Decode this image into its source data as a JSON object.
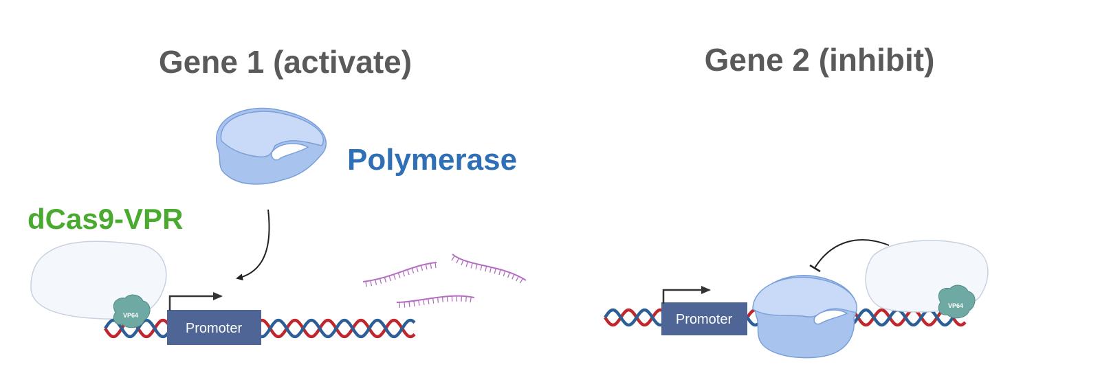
{
  "panels": {
    "gene1": {
      "title": "Gene 1 (activate)",
      "polymerase_label": "Polymerase",
      "dcas9_label": "dCas9-VPR",
      "promoter_label": "Promoter",
      "vp64_label": "VP64"
    },
    "gene2": {
      "title": "Gene 2 (inhibit)",
      "promoter_label": "Promoter",
      "vp64_label": "VP64"
    }
  },
  "colors": {
    "title": "#5a5a5a",
    "polymerase_label": "#2f6fb5",
    "dcas9_label": "#4aaa2f",
    "promoter_box": "#4e6596",
    "polymerase_fill": "#c2d6f5",
    "polymerase_stroke": "#7a9fd8",
    "dcas9_fill": "#f4f7fb",
    "dcas9_stroke": "#c7d1e0",
    "vp64_fill": "#6fa9a3",
    "dna_red": "#c0262c",
    "dna_blue": "#2b5f95",
    "rna": "#b56cc2",
    "arrow": "#222222"
  }
}
